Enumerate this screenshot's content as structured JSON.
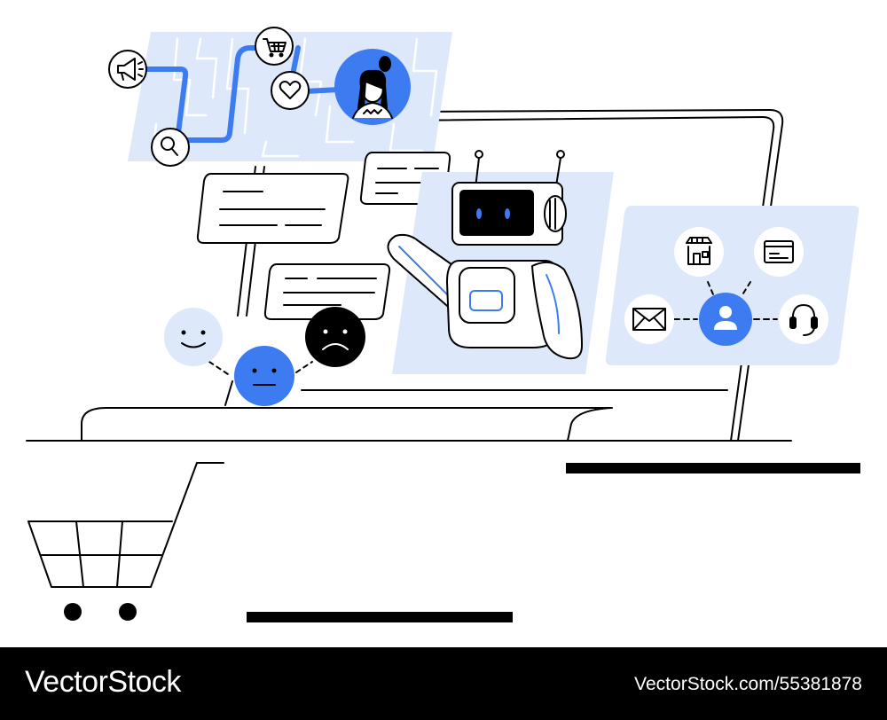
{
  "footer": {
    "brand": "VectorStock",
    "image_id": "VectorStock.com/55381878"
  },
  "colors": {
    "accent_blue": "#3d7cf0",
    "panel_blue": "#dde8fb",
    "light_blue": "#dde8fb",
    "line": "#000000",
    "background": "#ffffff"
  },
  "icons": [
    "megaphone-icon",
    "search-icon",
    "shopping-cart-icon",
    "heart-icon",
    "woman-avatar-icon",
    "storefront-icon",
    "browser-window-icon",
    "mail-icon",
    "user-icon",
    "headset-icon",
    "smiley-happy-icon",
    "smiley-neutral-icon",
    "smiley-sad-icon",
    "robot-assistant",
    "shopping-cart-large"
  ]
}
